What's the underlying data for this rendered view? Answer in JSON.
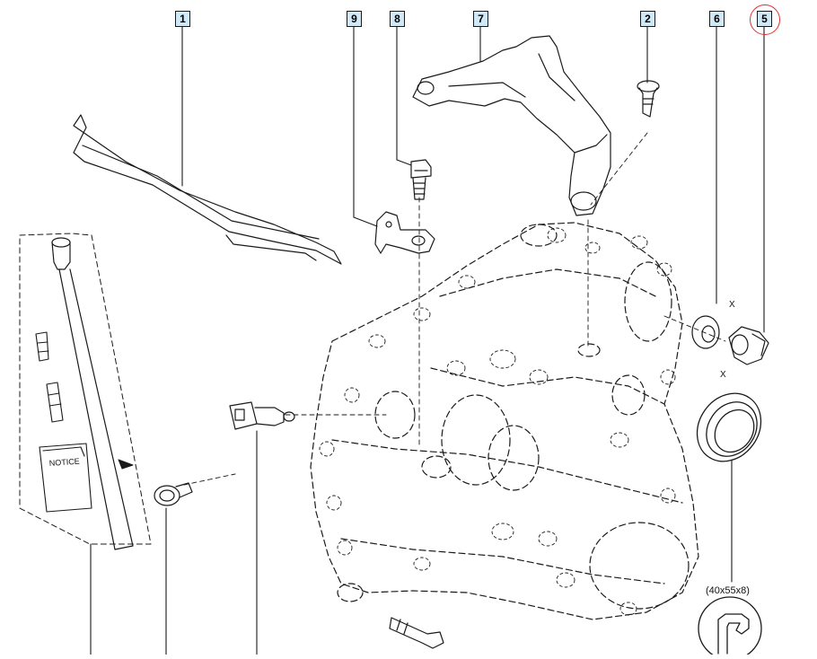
{
  "callouts": [
    {
      "id": "c1",
      "label": "1"
    },
    {
      "id": "c9",
      "label": "9"
    },
    {
      "id": "c8",
      "label": "8"
    },
    {
      "id": "c7",
      "label": "7"
    },
    {
      "id": "c2",
      "label": "2"
    },
    {
      "id": "c6",
      "label": "6"
    },
    {
      "id": "c5",
      "label": "5",
      "highlighted": true
    }
  ],
  "seal_dimension": "(40x55x8)",
  "manual_label": "NOTICE",
  "seal_marks": [
    "X",
    "X"
  ],
  "colors": {
    "callout_fill": "#cfe9f7",
    "line": "#1a1a1a",
    "highlight": "#e03030"
  }
}
